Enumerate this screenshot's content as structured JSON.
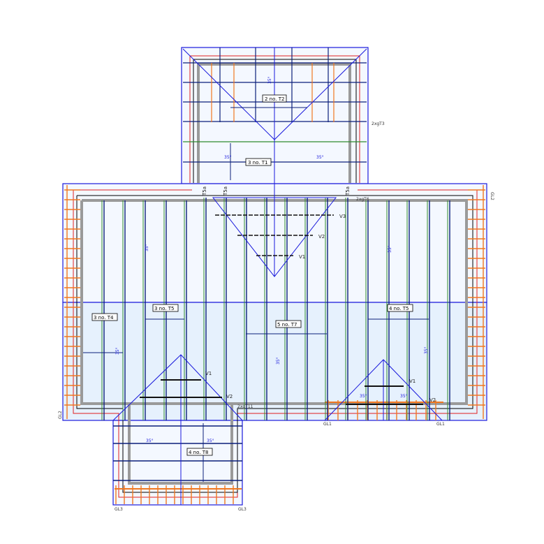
{
  "colors": {
    "outline": "#1a1adc",
    "truss": "#0b1f7a",
    "web": "#2e8b2e",
    "wallplate": "#b0b0b0",
    "gable_ladder": "#f07820",
    "eaves": "#e02020",
    "fill_top": "#f4f8ff",
    "fill_bottom": "#e6f1fd",
    "frame": "#000000"
  },
  "labels": {
    "t2": "2 no. T2",
    "t1": "3 no. T1",
    "t3": "2xgT3",
    "t5a": "T5a",
    "t6": "2xgT6",
    "v3": "V3",
    "v2": "V2",
    "v1": "V1",
    "t4": "3 no. T4",
    "t5_left": "3 no. T5",
    "t5_right": "4 no. T5",
    "t7": "5 no. T7",
    "t8": "4 no. T8",
    "t11": "2xgT11",
    "v1_left": "V1",
    "v2_left": "V2",
    "v1_right": "V1",
    "v2_right": "V2",
    "gl1": "GL1",
    "gl2": "GL2",
    "gl3": "GL3",
    "pitch": "35°"
  }
}
